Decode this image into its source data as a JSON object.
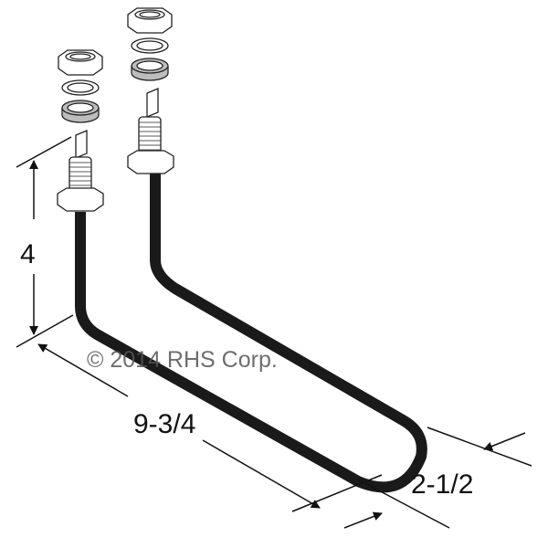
{
  "diagram": {
    "dimensions": {
      "height": "4",
      "length": "9-3/4",
      "width": "2-1/2"
    },
    "watermark": "© 2014 RHS Corp.",
    "colors": {
      "tube": "#1a1a1a",
      "gasket": "#bdbdbd",
      "line": "#111111"
    }
  }
}
